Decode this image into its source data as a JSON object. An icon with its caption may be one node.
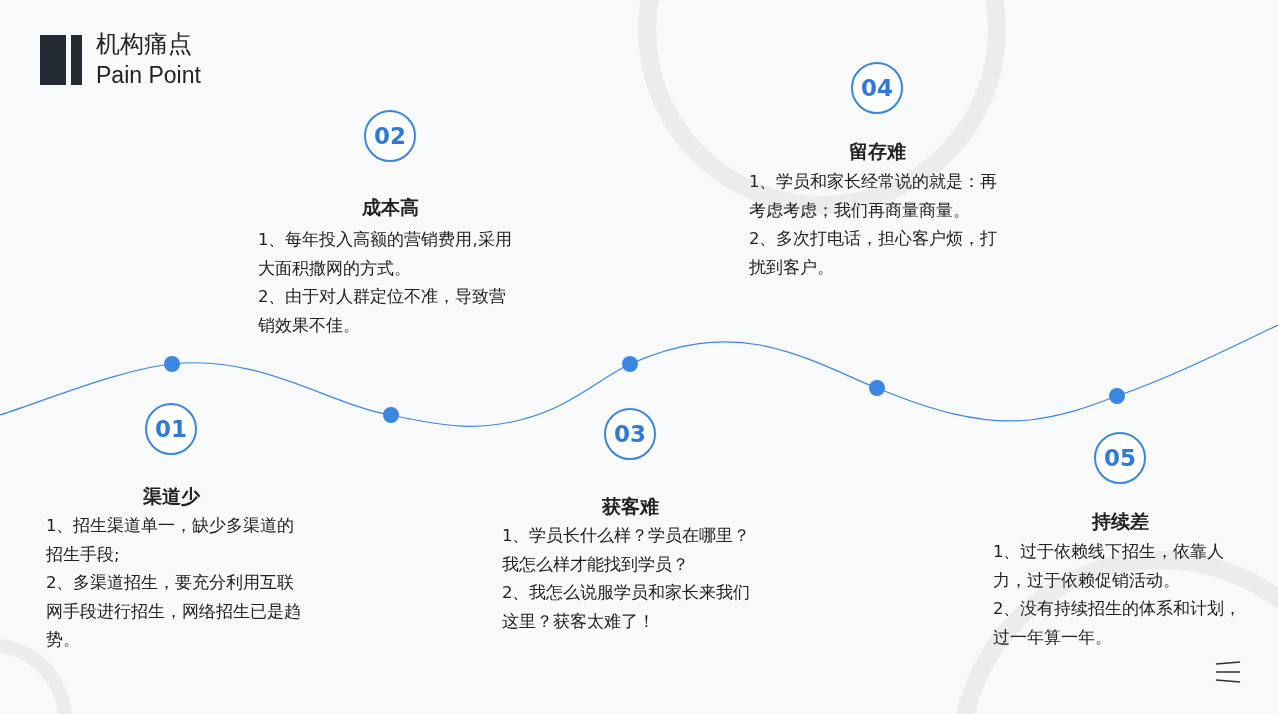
{
  "diagram": {
    "title": "机构痛点",
    "nodes": [
      {
        "text": [
          "01"
        ],
        "beside": [
          "渠道少",
          "1、招生渠道单一，缺少多渠道的招生手段;",
          "2、多渠道招生，要充分利用互联网手段进行招生，网络招生已是趋势。"
        ]
      },
      {
        "text": [
          "02"
        ],
        "beside": [
          "成本高",
          "1、每年投入高额的营销费用,采用大面积撒网的方式。",
          "2、由于对人群定位不准，导致营销效果不佳。"
        ]
      },
      {
        "text": [
          "03"
        ],
        "beside": [
          "获客难",
          "1、学员长什么样？学员在哪里？我怎么样才能找到学员？",
          "2、我怎么说服学员和家长来我们这里？获客太难了！"
        ]
      },
      {
        "text": [
          "04"
        ],
        "beside": [
          "留存难",
          "1、学员和家长经常说的就是：再考虑考虑；我们再商量商量。",
          "2、多次打电话，担心客户烦，打扰到客户。"
        ]
      },
      {
        "text": [
          "05"
        ],
        "beside": [
          "持续差",
          "1、过于依赖线下招生，依靠人力，过于依赖促销活动。",
          "2、没有持续招生的体系和计划，过一年算一年。"
        ]
      }
    ],
    "labels": [
      "Pain Point"
    ]
  }
}
